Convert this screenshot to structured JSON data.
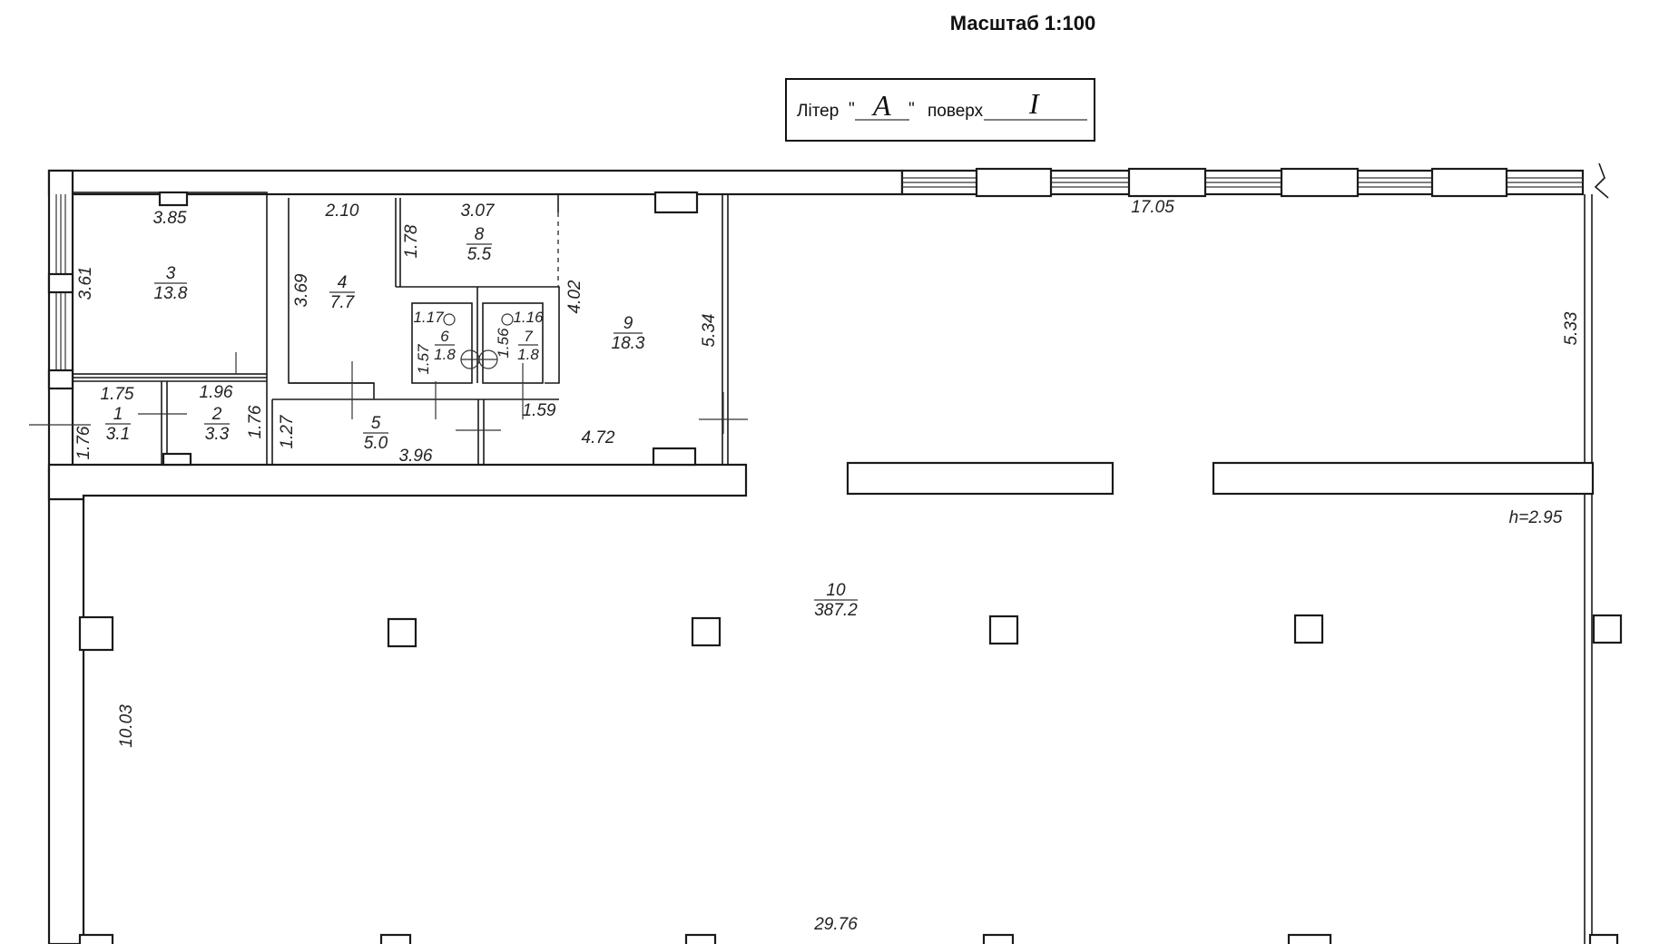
{
  "header": {
    "scale": "Масштаб 1:100",
    "liter_label": "Літер",
    "liter_open_quote": "\"",
    "liter_close_quote": "\"",
    "liter_value": "А",
    "floor_label": "поверх",
    "floor_value": "I"
  },
  "rooms": [
    {
      "number": "1",
      "area": "3.1"
    },
    {
      "number": "2",
      "area": "3.3"
    },
    {
      "number": "3",
      "area": "13.8"
    },
    {
      "number": "4",
      "area": "7.7"
    },
    {
      "number": "5",
      "area": "5.0"
    },
    {
      "number": "6",
      "area": "1.8"
    },
    {
      "number": "7",
      "area": "1.8"
    },
    {
      "number": "8",
      "area": "5.5"
    },
    {
      "number": "9",
      "area": "18.3"
    },
    {
      "number": "10",
      "area": "387.2"
    }
  ],
  "dimensions": {
    "r3_width": "3.85",
    "r3_height": "3.61",
    "r1_width": "1.75",
    "r1_height": "1.76",
    "r2_width": "1.96",
    "r2_height": "1.76",
    "r4_width": "2.10",
    "r4_height": "3.69",
    "r8_width": "3.07",
    "r8_height": "1.78",
    "r6_width": "1.17",
    "r6_height": "1.57",
    "r7_width": "1.16",
    "r7_height": "1.56",
    "r7_depth": "1.59",
    "r9_height": "4.02",
    "r9_width": "4.72",
    "corridor_height": "5.34",
    "r5_height": "1.27",
    "r5_width": "3.96",
    "top_right_width": "17.05",
    "right_height": "5.33",
    "ceiling_height": "h=2.95",
    "hall_height": "10.03",
    "hall_width": "29.76"
  }
}
